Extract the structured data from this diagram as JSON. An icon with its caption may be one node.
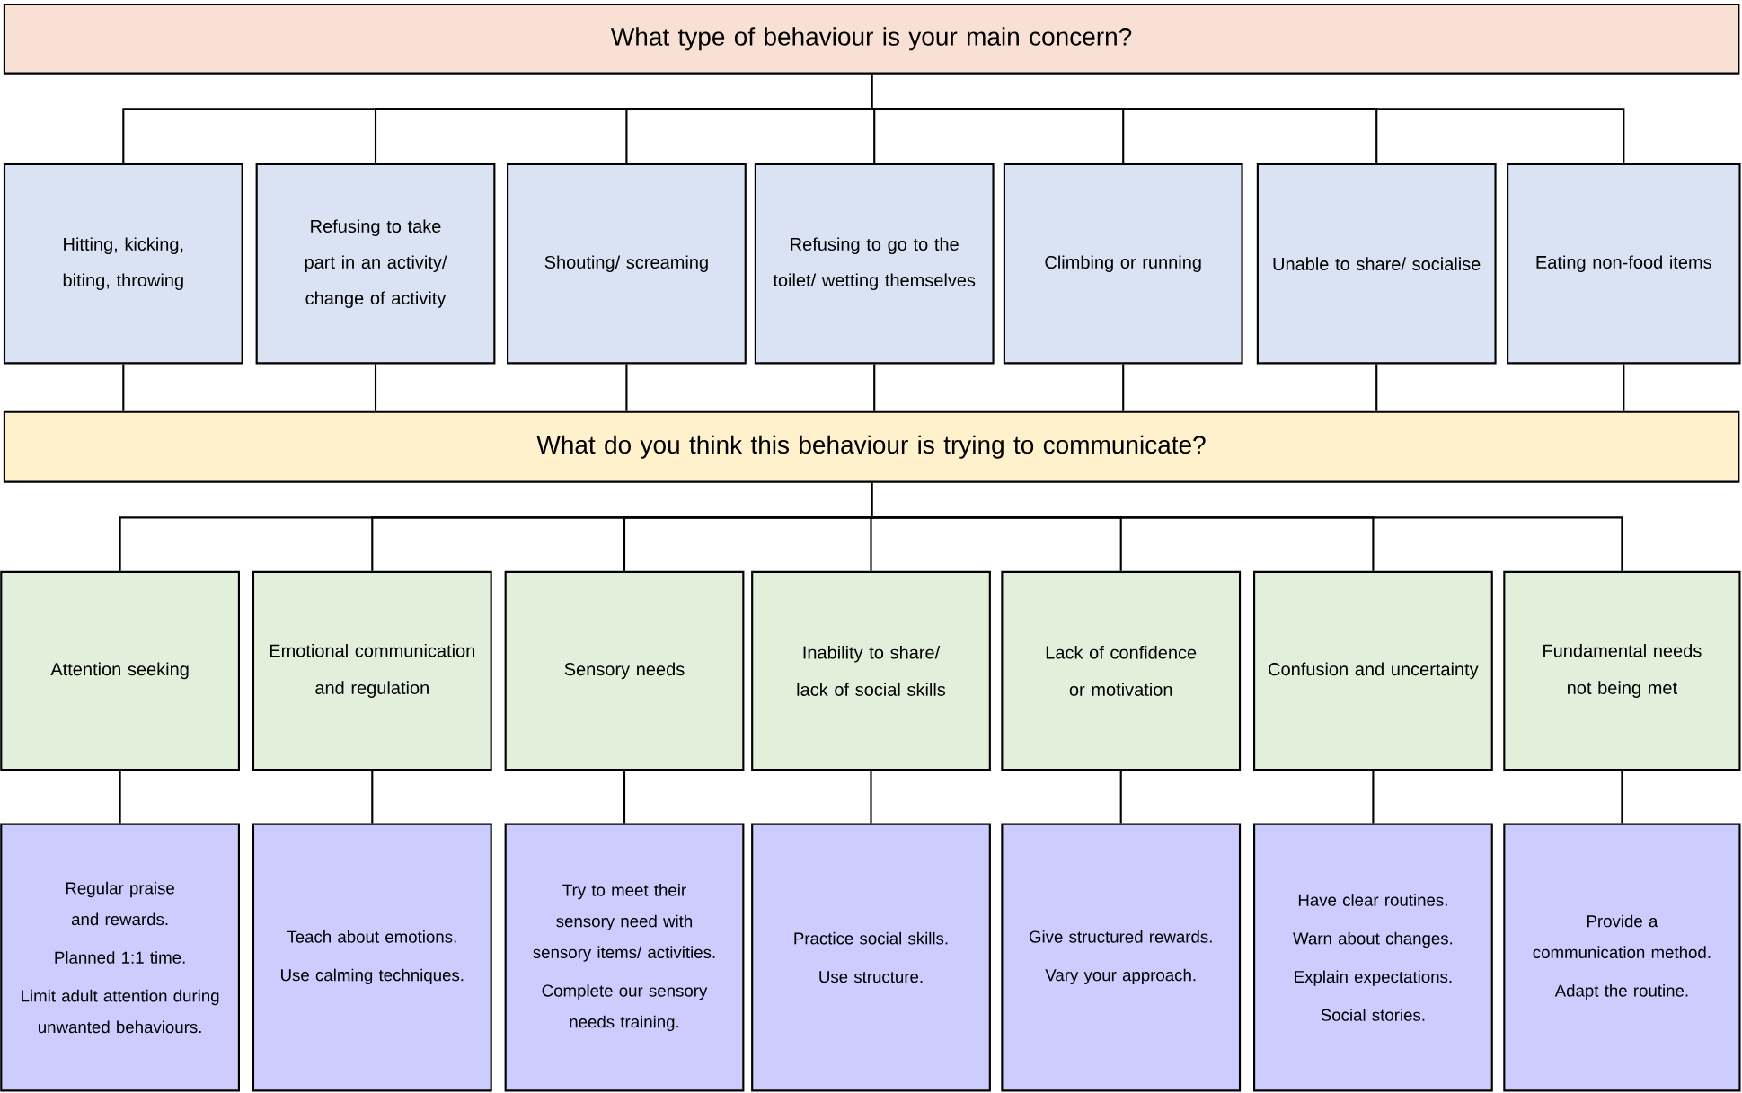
{
  "diagram": {
    "nodes": [
      {
        "text": [
          "What type of behaviour is your main concern?"
        ]
      },
      {
        "text": [
          "Hitting, kicking, biting, throwing"
        ]
      },
      {
        "text": [
          "Refusing to take part in an activity/ change of activity"
        ]
      },
      {
        "text": [
          "Shouting/ screaming"
        ]
      },
      {
        "text": [
          "Refusing to go to the toilet/ wetting themselves"
        ]
      },
      {
        "text": [
          "Climbing or running"
        ]
      },
      {
        "text": [
          "Unable to share/ socialise"
        ]
      },
      {
        "text": [
          "Eating non-food items"
        ]
      },
      {
        "text": [
          "What do you think this behaviour is trying to communicate?"
        ]
      },
      {
        "text": [
          "Attention seeking"
        ]
      },
      {
        "text": [
          "Emotional communication and regulation"
        ]
      },
      {
        "text": [
          "Sensory needs"
        ]
      },
      {
        "text": [
          "Inability to share/ lack of social skills"
        ]
      },
      {
        "text": [
          "Lack of confidence or motivation"
        ]
      },
      {
        "text": [
          "Confusion and uncertainty"
        ]
      },
      {
        "text": [
          "Fundamental needs not being met"
        ]
      },
      {
        "text": [
          "Regular praise and rewards.",
          "Planned 1:1 time.",
          "Limit adult attention during unwanted behaviours."
        ]
      },
      {
        "text": [
          "Teach about emotions.",
          "Use calming techniques."
        ]
      },
      {
        "text": [
          "Try to meet their sensory need with sensory items/ activities.",
          "Complete our sensory needs training."
        ]
      },
      {
        "text": [
          "Practice social skills.",
          "Use structure."
        ]
      },
      {
        "text": [
          "Give structured rewards.",
          "Vary your approach."
        ]
      },
      {
        "text": [
          "Have clear routines.",
          "Warn about changes.",
          "Explain expectations.",
          "Social stories."
        ]
      },
      {
        "text": [
          "Provide a communication method.",
          "Adapt the routine."
        ]
      }
    ],
    "edges": [
      {
        "from": 0,
        "to": 1,
        "arrow": "none"
      },
      {
        "from": 0,
        "to": 2,
        "arrow": "none"
      },
      {
        "from": 0,
        "to": 3,
        "arrow": "none"
      },
      {
        "from": 0,
        "to": 4,
        "arrow": "none"
      },
      {
        "from": 0,
        "to": 5,
        "arrow": "none"
      },
      {
        "from": 0,
        "to": 6,
        "arrow": "none"
      },
      {
        "from": 0,
        "to": 7,
        "arrow": "none"
      },
      {
        "from": 1,
        "to": 8,
        "arrow": "none"
      },
      {
        "from": 2,
        "to": 8,
        "arrow": "none"
      },
      {
        "from": 3,
        "to": 8,
        "arrow": "none"
      },
      {
        "from": 4,
        "to": 8,
        "arrow": "none"
      },
      {
        "from": 5,
        "to": 8,
        "arrow": "none"
      },
      {
        "from": 6,
        "to": 8,
        "arrow": "none"
      },
      {
        "from": 7,
        "to": 8,
        "arrow": "none"
      },
      {
        "from": 8,
        "to": 9,
        "arrow": "none"
      },
      {
        "from": 8,
        "to": 10,
        "arrow": "none"
      },
      {
        "from": 8,
        "to": 11,
        "arrow": "none"
      },
      {
        "from": 8,
        "to": 12,
        "arrow": "none"
      },
      {
        "from": 8,
        "to": 13,
        "arrow": "none"
      },
      {
        "from": 8,
        "to": 14,
        "arrow": "none"
      },
      {
        "from": 8,
        "to": 15,
        "arrow": "none"
      },
      {
        "from": 9,
        "to": 16,
        "arrow": "none"
      },
      {
        "from": 10,
        "to": 17,
        "arrow": "none"
      },
      {
        "from": 11,
        "to": 18,
        "arrow": "none"
      },
      {
        "from": 12,
        "to": 19,
        "arrow": "none"
      },
      {
        "from": 13,
        "to": 20,
        "arrow": "none"
      },
      {
        "from": 14,
        "to": 21,
        "arrow": "none"
      },
      {
        "from": 15,
        "to": 22,
        "arrow": "none"
      }
    ]
  }
}
